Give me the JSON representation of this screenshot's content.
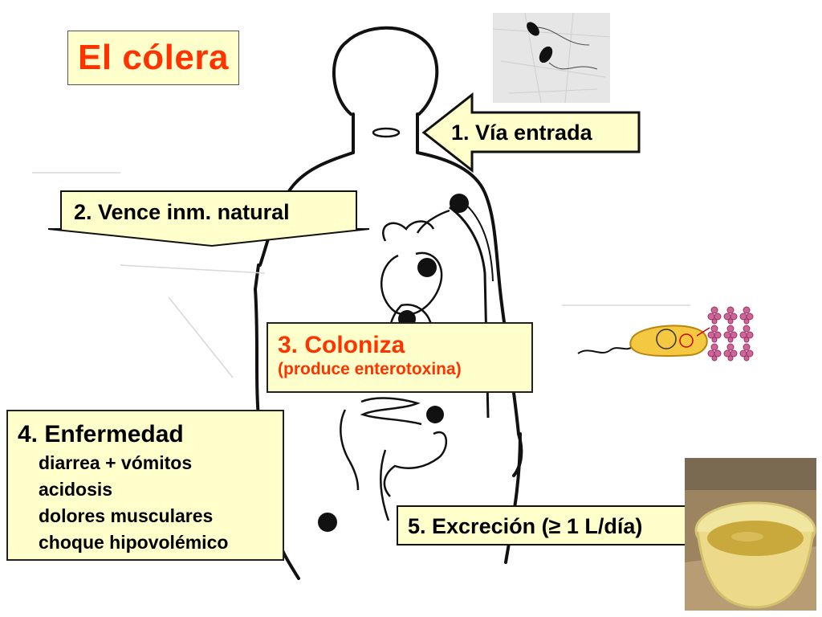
{
  "title": "El cólera",
  "steps": {
    "s1": {
      "label": "1. Vía entrada"
    },
    "s2": {
      "label": "2. Vence inm. natural"
    },
    "s3": {
      "label": "3. Coloniza",
      "sublabel": "(produce enterotoxina)"
    },
    "s4": {
      "label": "4. Enfermedad",
      "items": [
        "diarrea + vómitos",
        "acidosis",
        "dolores musculares",
        "choque hipovolémico"
      ]
    },
    "s5": {
      "label": "5. Excreción (≥ 1 L/día)"
    }
  },
  "colors": {
    "box_fill": "#ffffcc",
    "title_red": "#ff3300",
    "bacterium_fill": "#f5c842",
    "toxin_purple": "#cc6699"
  },
  "icons": [
    "vibrio-micrograph",
    "vibrio-bacterium-icon",
    "toxin-molecule-icon",
    "stool-bucket-photo"
  ]
}
